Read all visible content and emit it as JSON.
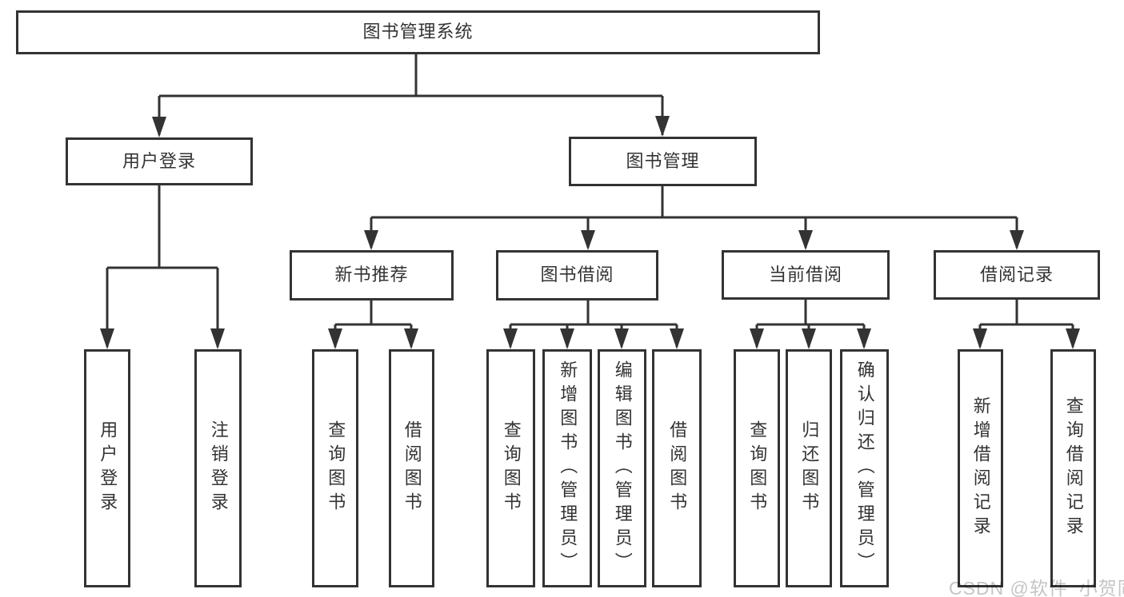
{
  "tree": {
    "label": "图书管理系统",
    "children": [
      {
        "label": "用户登录",
        "children": [
          {
            "label": "用户登录"
          },
          {
            "label": "注销登录"
          }
        ]
      },
      {
        "label": "图书管理",
        "children": [
          {
            "label": "新书推荐",
            "children": [
              {
                "label": "查询图书"
              },
              {
                "label": "借阅图书"
              }
            ]
          },
          {
            "label": "图书借阅",
            "children": [
              {
                "label": "查询图书"
              },
              {
                "label": "新增图书（管理员）"
              },
              {
                "label": "编辑图书（管理员）"
              },
              {
                "label": "借阅图书"
              }
            ]
          },
          {
            "label": "当前借阅",
            "children": [
              {
                "label": "查询图书"
              },
              {
                "label": "归还图书"
              },
              {
                "label": "确认归还（管理员）"
              }
            ]
          },
          {
            "label": "借阅记录",
            "children": [
              {
                "label": "新增借阅记录"
              },
              {
                "label": "查询借阅记录"
              }
            ]
          }
        ]
      }
    ]
  },
  "watermark": "CSDN @软件_小贺同学",
  "colors": {
    "line": "#333333",
    "text": "#333333",
    "watermark_text": "#c5c5c5",
    "background": "#ffffff"
  }
}
